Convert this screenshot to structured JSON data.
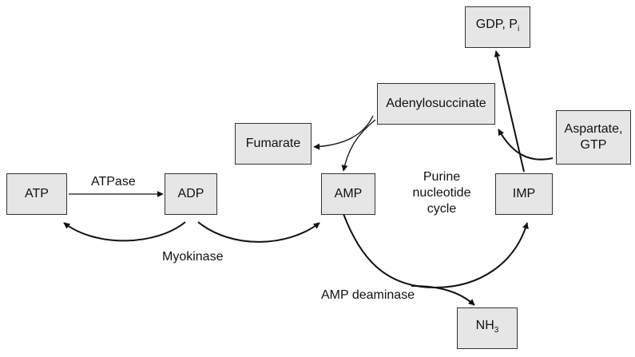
{
  "nodes": {
    "atp": "ATP",
    "adp": "ADP",
    "amp": "AMP",
    "imp": "IMP",
    "fumarate": "Fumarate",
    "adenylosuccinate": "Adenylosuccinate",
    "aspartate_line1": "Aspartate,",
    "aspartate_line2": "GTP",
    "gdp": "GDP, P",
    "gdp_sub": "i",
    "nh3": "NH",
    "nh3_sub": "3"
  },
  "labels": {
    "atpase": "ATPase",
    "myokinase": "Myokinase",
    "amp_deaminase": "AMP deaminase",
    "cycle_line1": "Purine",
    "cycle_line2": "nucleotide",
    "cycle_line3": "cycle"
  },
  "colors": {
    "node_fill": "#e6e6e6",
    "stroke": "#111111"
  }
}
